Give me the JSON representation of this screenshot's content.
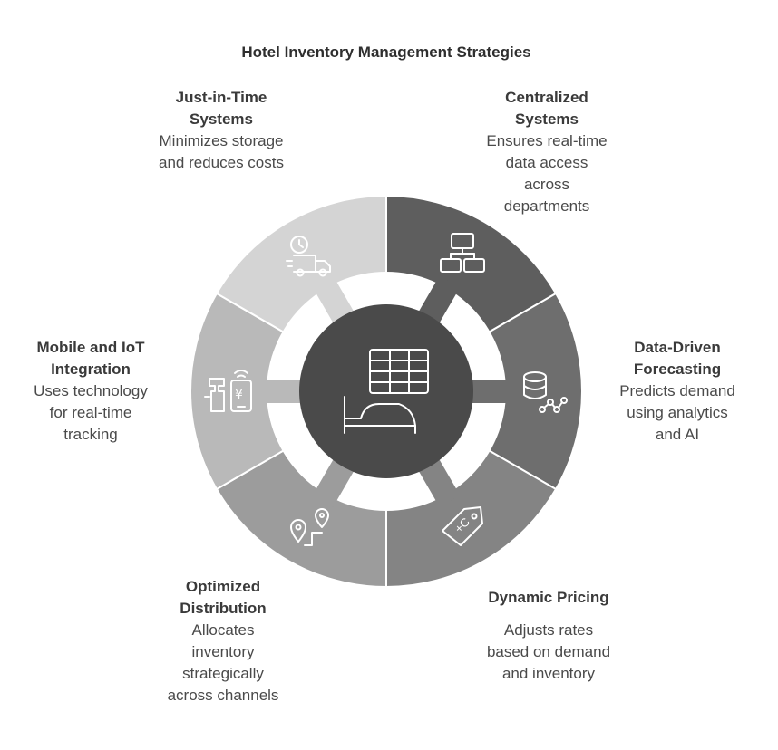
{
  "title": "Hotel Inventory Management Strategies",
  "segments": [
    {
      "key": "centralized",
      "heading": "Centralized\nSystems",
      "description": "Ensures real-time\ndata access\nacross\ndepartments",
      "icon": "network-computers-icon",
      "color": "#5e5e5e"
    },
    {
      "key": "forecasting",
      "heading": "Data-Driven\nForecasting",
      "description": "Predicts demand\nusing analytics\nand AI",
      "icon": "database-analytics-icon",
      "color": "#6e6e6e"
    },
    {
      "key": "pricing",
      "heading": "Dynamic Pricing",
      "description": "Adjusts rates\nbased on demand\nand inventory",
      "icon": "price-tag-icon",
      "color": "#848484"
    },
    {
      "key": "distribution",
      "heading": "Optimized\nDistribution",
      "description": "Allocates\ninventory\nstrategically\nacross channels",
      "icon": "route-pins-icon",
      "color": "#9c9c9c"
    },
    {
      "key": "mobile",
      "heading": "Mobile and IoT\nIntegration",
      "description": "Uses technology\nfor real-time\ntracking",
      "icon": "mobile-payment-icon",
      "color": "#b9b9b9"
    },
    {
      "key": "jit",
      "heading": "Just-in-Time\nSystems",
      "description": "Minimizes storage\nand reduces costs",
      "icon": "delivery-truck-clock-icon",
      "color": "#d4d4d4"
    }
  ],
  "center": {
    "icon": "hotel-inventory-icon",
    "color": "#4a4a4a"
  }
}
